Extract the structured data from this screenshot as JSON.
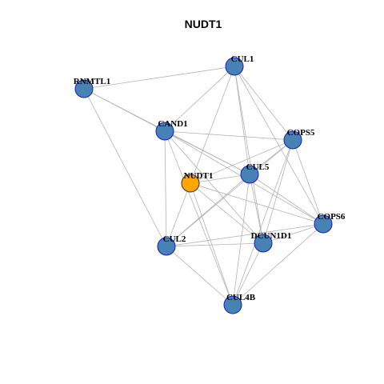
{
  "title": "NUDT1",
  "colors": {
    "default_node": "#4682B4",
    "default_stroke": "#1a1acc",
    "focus_node": "#FFA500",
    "focus_stroke": "#333333",
    "edge": "#b3b3b3"
  },
  "nodes": [
    {
      "id": "CUL1",
      "label": "CUL1",
      "focus": false
    },
    {
      "id": "RNMTL1",
      "label": "RNMTL1",
      "focus": false
    },
    {
      "id": "CAND1",
      "label": "CAND1",
      "focus": false
    },
    {
      "id": "COPS5",
      "label": "COPS5",
      "focus": false
    },
    {
      "id": "CUL5",
      "label": "CUL5",
      "focus": false
    },
    {
      "id": "NUDT1",
      "label": "NUDT1",
      "focus": true
    },
    {
      "id": "COPS6",
      "label": "COPS6",
      "focus": false
    },
    {
      "id": "CUL2",
      "label": "CUL2",
      "focus": false
    },
    {
      "id": "DCUN1D1",
      "label": "DCUN1D1",
      "focus": false
    },
    {
      "id": "CUL4B",
      "label": "CUL4B",
      "focus": false
    }
  ],
  "edges": [
    [
      "RNMTL1",
      "CUL1"
    ],
    [
      "RNMTL1",
      "CAND1"
    ],
    [
      "RNMTL1",
      "CUL5"
    ],
    [
      "RNMTL1",
      "CUL2"
    ],
    [
      "CUL1",
      "CAND1"
    ],
    [
      "CUL1",
      "NUDT1"
    ],
    [
      "CUL1",
      "COPS5"
    ],
    [
      "CUL1",
      "CUL5"
    ],
    [
      "CUL1",
      "COPS6"
    ],
    [
      "CUL1",
      "DCUN1D1"
    ],
    [
      "CAND1",
      "CUL5"
    ],
    [
      "CAND1",
      "COPS5"
    ],
    [
      "CAND1",
      "CUL2"
    ],
    [
      "CAND1",
      "DCUN1D1"
    ],
    [
      "CAND1",
      "COPS6"
    ],
    [
      "CAND1",
      "CUL4B"
    ],
    [
      "COPS5",
      "CUL5"
    ],
    [
      "COPS5",
      "NUDT1"
    ],
    [
      "COPS5",
      "CUL2"
    ],
    [
      "COPS5",
      "COPS6"
    ],
    [
      "COPS5",
      "DCUN1D1"
    ],
    [
      "COPS5",
      "CUL4B"
    ],
    [
      "CUL5",
      "NUDT1"
    ],
    [
      "CUL5",
      "CUL2"
    ],
    [
      "CUL5",
      "COPS6"
    ],
    [
      "CUL5",
      "DCUN1D1"
    ],
    [
      "CUL5",
      "CUL4B"
    ],
    [
      "NUDT1",
      "CUL2"
    ],
    [
      "NUDT1",
      "COPS6"
    ],
    [
      "NUDT1",
      "CUL4B"
    ],
    [
      "NUDT1",
      "DCUN1D1"
    ],
    [
      "CUL2",
      "DCUN1D1"
    ],
    [
      "CUL2",
      "COPS6"
    ],
    [
      "CUL2",
      "CUL4B"
    ],
    [
      "DCUN1D1",
      "COPS6"
    ],
    [
      "DCUN1D1",
      "CUL4B"
    ],
    [
      "COPS6",
      "CUL4B"
    ]
  ]
}
